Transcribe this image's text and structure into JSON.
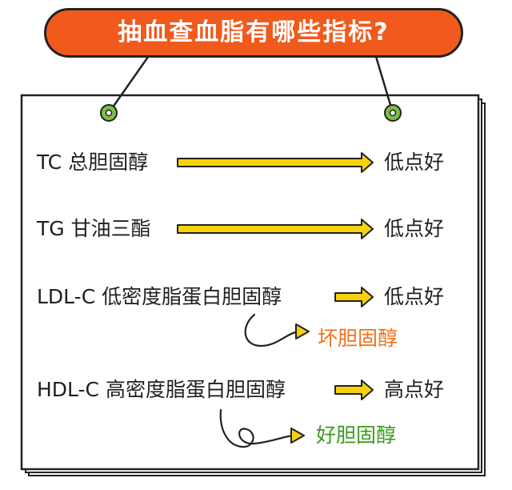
{
  "title": "抽血查血脂有哪些指标?",
  "rows": [
    {
      "label": "TC 总胆固醇",
      "result": "低点好"
    },
    {
      "label": "TG 甘油三酯",
      "result": "低点好"
    },
    {
      "label": "LDL-C 低密度脂蛋白胆固醇",
      "result": "低点好",
      "note": "坏胆固醇"
    },
    {
      "label": "HDL-C 高密度脂蛋白胆固醇",
      "result": "高点好",
      "note": "好胆固醇"
    }
  ],
  "colors": {
    "banner": "#f05a1c",
    "arrow": "#f5d20a",
    "pin": "#7bc043",
    "bad_note": "#f0701a",
    "good_note": "#3a9a1e"
  }
}
